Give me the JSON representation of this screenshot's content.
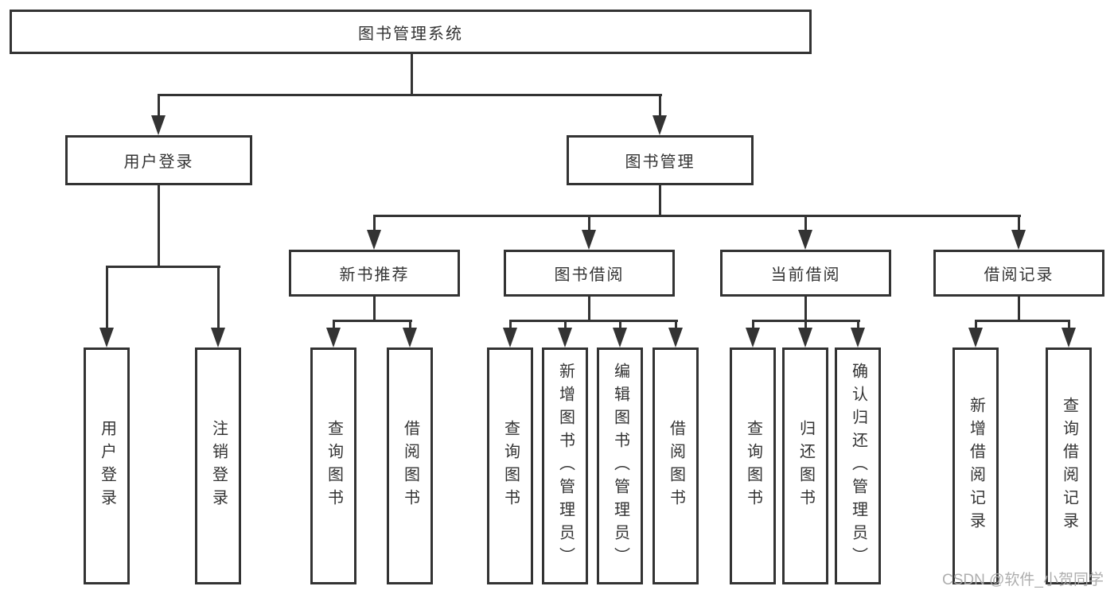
{
  "diagram": {
    "root": "图书管理系统",
    "level2": {
      "user_login": "用户登录",
      "book_mgmt": "图书管理"
    },
    "level3": {
      "new_book_rec": "新书推荐",
      "book_borrow": "图书借阅",
      "current_borrow": "当前借阅",
      "borrow_records": "借阅记录"
    },
    "leaves": {
      "login": "用户登录",
      "logout": "注销登录",
      "nb_query": "查询图书",
      "nb_borrow": "借阅图书",
      "bb_query": "查询图书",
      "bb_add": "新增图书（管理员）",
      "bb_edit": "编辑图书（管理员）",
      "bb_borrow": "借阅图书",
      "cb_query": "查询图书",
      "cb_return": "归还图书",
      "cb_confirm": "确认归还（管理员）",
      "br_add": "新增借阅记录",
      "br_query": "查询借阅记录"
    }
  },
  "watermark": "CSDN @软件_小贺同学",
  "colors": {
    "line": "#333333",
    "text": "#333333",
    "box_fill": "#ffffff",
    "background": "#ffffff",
    "watermark": "#aaaaaa"
  }
}
